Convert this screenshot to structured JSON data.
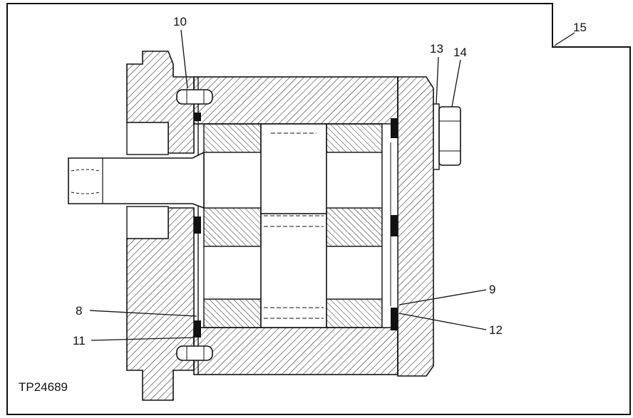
{
  "figure": {
    "id": "TP24689"
  },
  "callouts": {
    "c8": "8",
    "c9": "9",
    "c10": "10",
    "c11": "11",
    "c12": "12",
    "c13": "13",
    "c14": "14",
    "c15": "15"
  }
}
